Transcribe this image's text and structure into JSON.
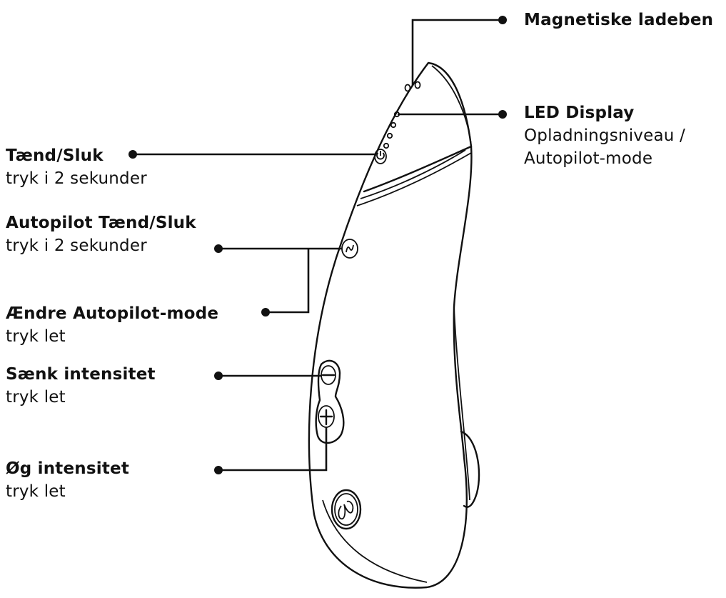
{
  "callouts": {
    "magnetic": {
      "title": "Magnetiske ladeben",
      "sub": ""
    },
    "led": {
      "title": "LED Display",
      "sub": "Opladningsniveau /",
      "sub2": "Autopilot-mode"
    },
    "power": {
      "title": "Tænd/Sluk",
      "sub": "tryk i 2 sekunder"
    },
    "autopilot": {
      "title": "Autopilot Tænd/Sluk",
      "sub": "tryk i 2 sekunder"
    },
    "autopilot_mode": {
      "title": "Ændre Autopilot-mode",
      "sub": "tryk let"
    },
    "decrease": {
      "title": "Sænk intensitet",
      "sub": "tryk let"
    },
    "increase": {
      "title": "Øg intensitet",
      "sub": "tryk let"
    }
  },
  "colors": {
    "ink": "#111111",
    "background": "#ffffff"
  },
  "icons": [
    "power-icon",
    "autopilot-icon",
    "minus-icon",
    "plus-icon",
    "brand-logo-icon"
  ]
}
